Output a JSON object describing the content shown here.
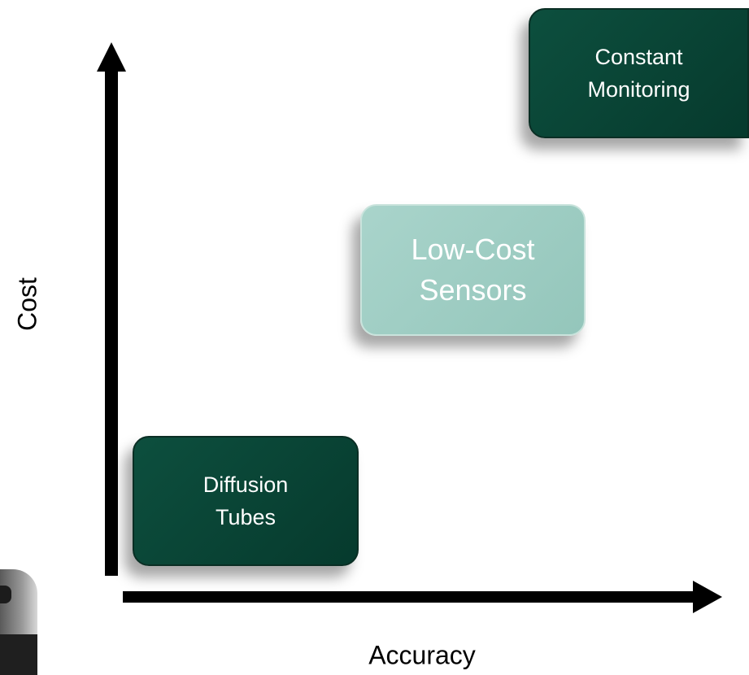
{
  "axes": {
    "y_label": "Cost",
    "x_label": "Accuracy"
  },
  "boxes": [
    {
      "id": "diffusion-tubes",
      "lines": [
        "Diffusion",
        "Tubes"
      ],
      "style": "dark",
      "color": "#0a4637"
    },
    {
      "id": "low-cost-sensors",
      "lines": [
        "Low-Cost",
        "Sensors"
      ],
      "style": "light",
      "color": "#a2cfc5"
    },
    {
      "id": "constant-monitoring",
      "lines": [
        "Constant",
        "Monitoring"
      ],
      "style": "dark",
      "color": "#0a4637"
    }
  ]
}
